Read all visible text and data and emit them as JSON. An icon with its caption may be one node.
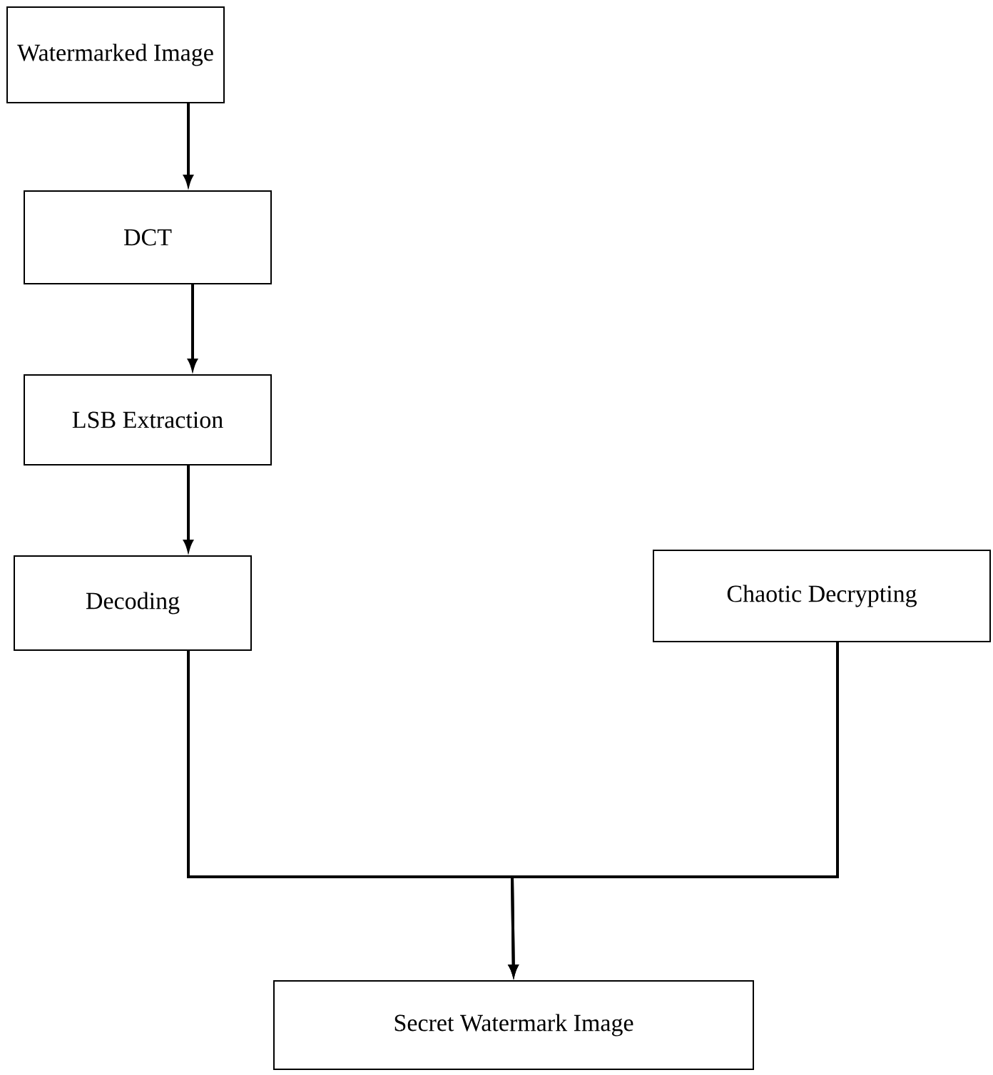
{
  "diagram": {
    "nodes": [
      {
        "text": [
          "Watermarked Image"
        ]
      },
      {
        "text": [
          "DCT"
        ]
      },
      {
        "text": [
          "LSB Extraction"
        ]
      },
      {
        "text": [
          "Decoding"
        ]
      },
      {
        "text": [
          "Chaotic Decrypting"
        ]
      },
      {
        "text": [
          "Secret Watermark Image"
        ]
      }
    ],
    "edges": [
      {
        "from": 0,
        "to": 1,
        "arrow": "to"
      },
      {
        "from": 1,
        "to": 2,
        "arrow": "to"
      },
      {
        "from": 2,
        "to": 3,
        "arrow": "to"
      },
      {
        "from": 3,
        "to": 5,
        "arrow": "to"
      },
      {
        "from": 4,
        "to": 5,
        "arrow": "to"
      }
    ]
  }
}
